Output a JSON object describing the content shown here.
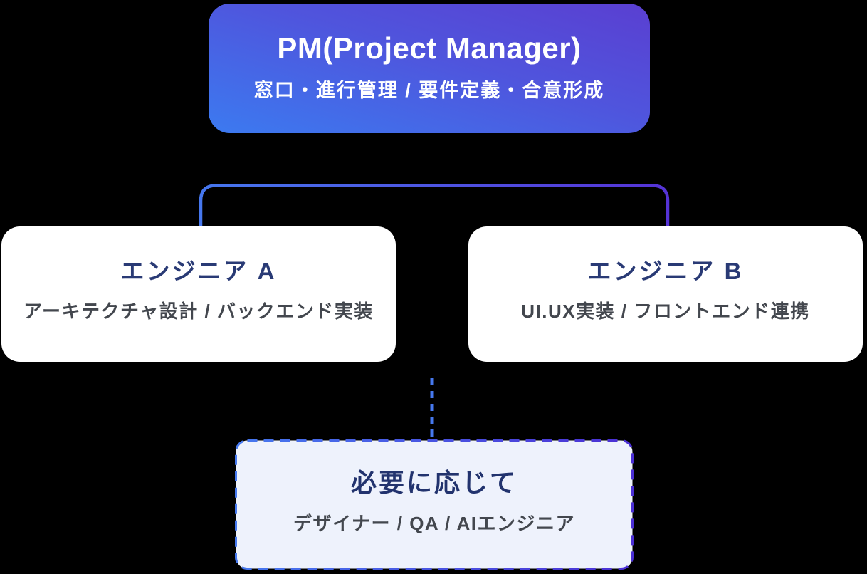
{
  "diagram": {
    "type": "org-chart",
    "root": {
      "title": "PM(Project Manager)",
      "subtitle": "窓口・進行管理 / 要件定義・合意形成"
    },
    "children": [
      {
        "title": "エンジニア A",
        "subtitle": "アーキテクチャ設計 / バックエンド実装"
      },
      {
        "title": "エンジニア B",
        "subtitle": "UI.UX実装 / フロントエンド連携"
      }
    ],
    "optional": {
      "title": "必要に応じて",
      "subtitle": "デザイナー / QA / AIエンジニア",
      "border_style": "dashed"
    },
    "colors": {
      "background": "#000000",
      "root_gradient_start": "#3c7af0",
      "root_gradient_end": "#5a3fd1",
      "child_box_background": "#ffffff",
      "child_title_navy": "#293a75",
      "subtitle_gray": "#43474e",
      "connector_blue": "#4677ee",
      "connector_purple": "#5533d6",
      "dashed_line_blue": "#4679ef",
      "optional_fill": "#eef2fc",
      "optional_border_start": "#4679ef",
      "optional_border_end": "#4b2fd4",
      "root_text": "#ffffff"
    }
  }
}
